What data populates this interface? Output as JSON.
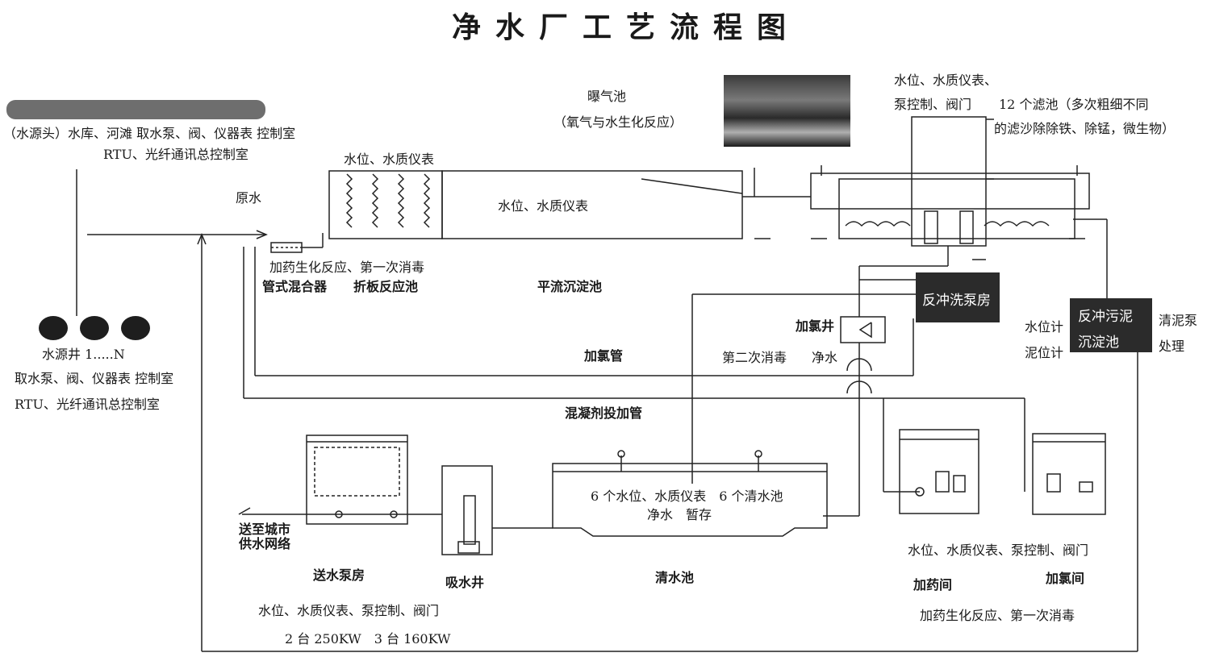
{
  "title": "净水厂工艺流程图",
  "source": {
    "line1": "（水源头）水库、河滩 取水泵、阀、仪器表 控制室",
    "line2": "RTU、光纤通讯总控制室"
  },
  "wells": {
    "label": "水源井 1.....N",
    "line1": "取水泵、阀、仪器表 控制室",
    "line2": "RTU、光纤通讯总控制室"
  },
  "raw_water": "原水",
  "mixing": {
    "instruments": "水位、水质仪表",
    "reaction": "加药生化反应、第一次消毒",
    "pipe_mixer": "管式混合器",
    "baffle_tank": "折板反应池",
    "sedimentation": "平流沉淀池",
    "sed_instruments": "水位、水质仪表"
  },
  "aeration": {
    "name": "曝气池",
    "desc": "（氧气与水生化反应）"
  },
  "filters": {
    "line1": "水位、水质仪表、",
    "line2a": "泵控制、阀门",
    "line2b": "12 个滤池（多次粗细不同",
    "line3": "的滤沙除除铁、除锰，微生物）"
  },
  "backwash_pump": "反冲洗泵房",
  "chlorine_well": "加氯井",
  "second_disinfection": "第二次消毒",
  "clean_water": "净水",
  "chlorine_pipe": "加氯管",
  "coagulant_pipe": "混凝剂投加管",
  "sludge": {
    "tank_line1": "反冲污泥",
    "tank_line2": "沉淀池",
    "water_level": "水位计",
    "mud_level": "泥位计",
    "pump_line1": "清泥泵",
    "pump_line2": "处理"
  },
  "clear_well": {
    "line1": "6 个水位、水质仪表　6 个清水池",
    "line2": "净水　暂存",
    "name": "清水池"
  },
  "supply": {
    "city": "送至城市",
    "network": "供水网络",
    "pump_house": "送水泵房",
    "suction_well": "吸水井",
    "controls": "水位、水质仪表、泵控制、阀门",
    "power": "2 台 250KW　3 台 160KW"
  },
  "dosing": {
    "controls": "水位、水质仪表、泵控制、阀门",
    "dosing_room": "加药间",
    "chlorine_room": "加氯间",
    "reaction": "加药生化反应、第一次消毒"
  }
}
